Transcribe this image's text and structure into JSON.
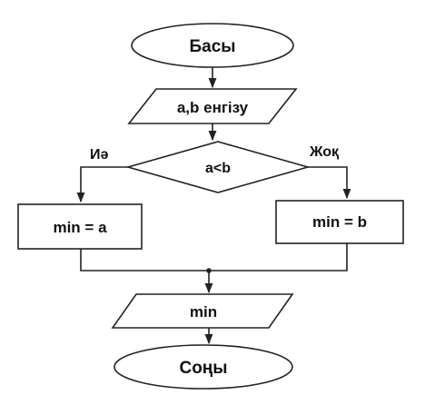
{
  "diagram": {
    "start": "Басы",
    "input": "a,b енгізу",
    "condition": "a<b",
    "yes_label": "Иә",
    "no_label": "Жоқ",
    "yes_process": "min = a",
    "no_process": "min = b",
    "output": "min",
    "end": "Соңы"
  }
}
